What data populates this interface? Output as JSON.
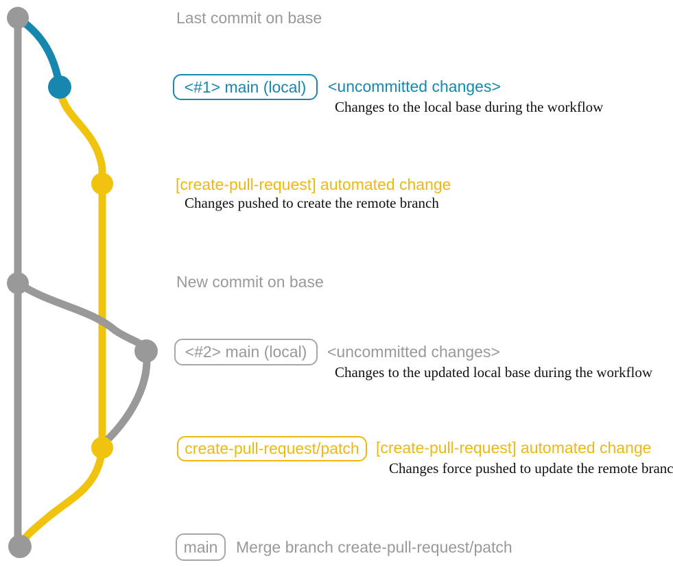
{
  "colors": {
    "gray": "#999999",
    "blue": "#1787AF",
    "yellow": "#F0C30F",
    "yellow_text": "#EEB90E",
    "text_dark": "#111111"
  },
  "annotations": {
    "last_commit": "Last commit on base",
    "new_commit": "New commit on base"
  },
  "entries": {
    "local1": {
      "badge": "<#1> main (local)",
      "note": "<uncommitted changes>",
      "detail": "Changes to the local base during the workflow"
    },
    "push1": {
      "note": "[create-pull-request] automated change",
      "detail": "Changes pushed to create the remote branch"
    },
    "local2": {
      "badge": "<#2> main (local)",
      "note": "<uncommitted changes>",
      "detail": "Changes to the updated local base during the workflow"
    },
    "push2": {
      "badge": "create-pull-request/patch",
      "note": "[create-pull-request] automated change",
      "detail": "Changes force pushed to update the remote branch"
    },
    "merge": {
      "badge": "main",
      "note": "Merge branch create-pull-request/patch"
    }
  },
  "graph": {
    "branches": [
      {
        "name": "base",
        "color_key": "gray"
      },
      {
        "name": "main (local)",
        "color_key": "blue"
      },
      {
        "name": "create-pull-request/patch",
        "color_key": "yellow"
      }
    ],
    "commits": [
      {
        "id": "base-1",
        "branch": "base",
        "color_key": "gray",
        "label": "Last commit on base"
      },
      {
        "id": "local-1",
        "branch": "main (local)",
        "color_key": "blue",
        "label": "<#1> main (local) <uncommitted changes>"
      },
      {
        "id": "patch-1",
        "branch": "create-pull-request/patch",
        "color_key": "yellow",
        "label": "[create-pull-request] automated change"
      },
      {
        "id": "base-2",
        "branch": "base",
        "color_key": "gray",
        "label": "New commit on base"
      },
      {
        "id": "local-2",
        "branch": "main (local)",
        "color_key": "gray",
        "label": "<#2> main (local) <uncommitted changes>"
      },
      {
        "id": "patch-2",
        "branch": "create-pull-request/patch",
        "color_key": "yellow",
        "label": "create-pull-request/patch [create-pull-request] automated change"
      },
      {
        "id": "merge-1",
        "branch": "base",
        "color_key": "gray",
        "label": "main Merge branch create-pull-request/patch"
      }
    ]
  }
}
